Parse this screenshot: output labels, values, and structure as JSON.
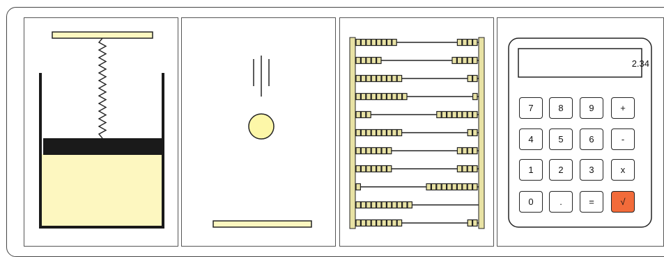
{
  "colors": {
    "cream": "#fdf7c0",
    "bead": "#e8e2a4",
    "sqrt_button": "#f26b3a",
    "dark": "#1a1a1a"
  },
  "panels": [
    {
      "id": "piston",
      "icon": "spring-piston-icon"
    },
    {
      "id": "falling-ball",
      "icon": "falling-ball-icon"
    },
    {
      "id": "abacus",
      "icon": "abacus-icon",
      "rows": [
        [
          8,
          4
        ],
        [
          5,
          5
        ],
        [
          9,
          2
        ],
        [
          10,
          1
        ],
        [
          3,
          8
        ],
        [
          9,
          2
        ],
        [
          7,
          4
        ],
        [
          7,
          4
        ],
        [
          1,
          10
        ],
        [
          11,
          0
        ],
        [
          9,
          2
        ]
      ]
    },
    {
      "id": "calculator",
      "icon": "calculator-icon"
    }
  ],
  "calculator": {
    "display": "2.34",
    "buttons": [
      [
        "7",
        "8",
        "9",
        "+"
      ],
      [
        "4",
        "5",
        "6",
        "-"
      ],
      [
        "1",
        "2",
        "3",
        "x"
      ],
      [
        "0",
        ".",
        "=",
        "√"
      ]
    ]
  }
}
